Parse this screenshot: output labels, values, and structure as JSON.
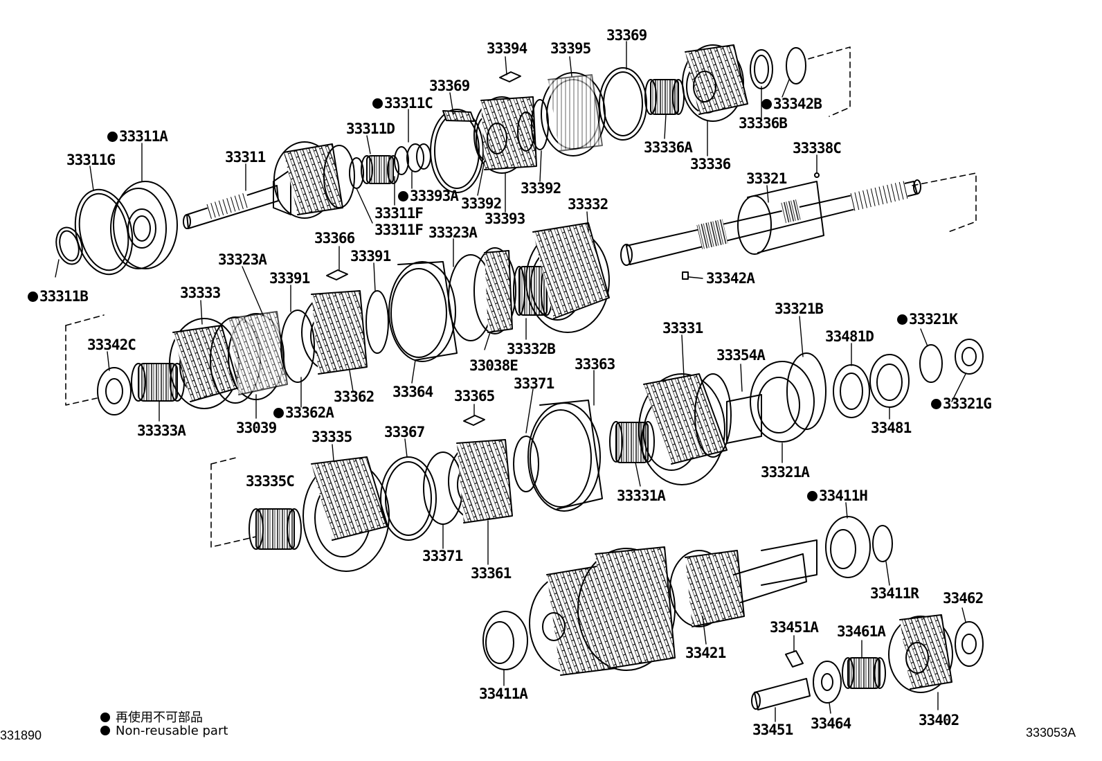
{
  "diagram": {
    "labels": [
      {
        "id": "l33394",
        "text": "33394",
        "nonreusable": false
      },
      {
        "id": "l33395",
        "text": "33395",
        "nonreusable": false
      },
      {
        "id": "l33369a",
        "text": "33369",
        "nonreusable": false
      },
      {
        "id": "l33369b",
        "text": "33369",
        "nonreusable": false
      },
      {
        "id": "l33311C",
        "text": "33311C",
        "nonreusable": true
      },
      {
        "id": "l33342B",
        "text": "33342B",
        "nonreusable": true
      },
      {
        "id": "l33336B",
        "text": "33336B",
        "nonreusable": false
      },
      {
        "id": "l33311A",
        "text": "33311A",
        "nonreusable": true
      },
      {
        "id": "l33311D",
        "text": "33311D",
        "nonreusable": false
      },
      {
        "id": "l33311G",
        "text": "33311G",
        "nonreusable": false
      },
      {
        "id": "l33311",
        "text": "33311",
        "nonreusable": false
      },
      {
        "id": "l33336A",
        "text": "33336A",
        "nonreusable": false
      },
      {
        "id": "l33336",
        "text": "33336",
        "nonreusable": false
      },
      {
        "id": "l33338C",
        "text": "33338C",
        "nonreusable": false
      },
      {
        "id": "l33393A",
        "text": "33393A",
        "nonreusable": true
      },
      {
        "id": "l33392a",
        "text": "33392",
        "nonreusable": false
      },
      {
        "id": "l33392b",
        "text": "33392",
        "nonreusable": false
      },
      {
        "id": "l33321",
        "text": "33321",
        "nonreusable": false
      },
      {
        "id": "l33311Fa",
        "text": "33311F",
        "nonreusable": false
      },
      {
        "id": "l33393",
        "text": "33393",
        "nonreusable": false
      },
      {
        "id": "l33311Fb",
        "text": "33311F",
        "nonreusable": false
      },
      {
        "id": "l33332",
        "text": "33332",
        "nonreusable": false
      },
      {
        "id": "l33323Aa",
        "text": "33323A",
        "nonreusable": false
      },
      {
        "id": "l33366",
        "text": "33366",
        "nonreusable": false
      },
      {
        "id": "l33323Ab",
        "text": "33323A",
        "nonreusable": false
      },
      {
        "id": "l33391a",
        "text": "33391",
        "nonreusable": false
      },
      {
        "id": "l33342A",
        "text": "33342A",
        "nonreusable": false
      },
      {
        "id": "l33391b",
        "text": "33391",
        "nonreusable": false
      },
      {
        "id": "l33311B",
        "text": "33311B",
        "nonreusable": true
      },
      {
        "id": "l33333",
        "text": "33333",
        "nonreusable": false
      },
      {
        "id": "l33321B",
        "text": "33321B",
        "nonreusable": false
      },
      {
        "id": "l33321K",
        "text": "33321K",
        "nonreusable": true
      },
      {
        "id": "l33331",
        "text": "33331",
        "nonreusable": false
      },
      {
        "id": "l33481D",
        "text": "33481D",
        "nonreusable": false
      },
      {
        "id": "l33342C",
        "text": "33342C",
        "nonreusable": false
      },
      {
        "id": "l33332B",
        "text": "33332B",
        "nonreusable": false
      },
      {
        "id": "l33354A",
        "text": "33354A",
        "nonreusable": false
      },
      {
        "id": "l33038E",
        "text": "33038E",
        "nonreusable": false
      },
      {
        "id": "l33363",
        "text": "33363",
        "nonreusable": false
      },
      {
        "id": "l33371a",
        "text": "33371",
        "nonreusable": false
      },
      {
        "id": "l33365",
        "text": "33365",
        "nonreusable": false
      },
      {
        "id": "l33362",
        "text": "33362",
        "nonreusable": false
      },
      {
        "id": "l33364",
        "text": "33364",
        "nonreusable": false
      },
      {
        "id": "l33362A",
        "text": "33362A",
        "nonreusable": true
      },
      {
        "id": "l33321G",
        "text": "33321G",
        "nonreusable": true
      },
      {
        "id": "l33039",
        "text": "33039",
        "nonreusable": false
      },
      {
        "id": "l33481",
        "text": "33481",
        "nonreusable": false
      },
      {
        "id": "l33333A",
        "text": "33333A",
        "nonreusable": false
      },
      {
        "id": "l33335",
        "text": "33335",
        "nonreusable": false
      },
      {
        "id": "l33367",
        "text": "33367",
        "nonreusable": false
      },
      {
        "id": "l33321A",
        "text": "33321A",
        "nonreusable": false
      },
      {
        "id": "l33335C",
        "text": "33335C",
        "nonreusable": false
      },
      {
        "id": "l33411H",
        "text": "33411H",
        "nonreusable": true
      },
      {
        "id": "l33331A",
        "text": "33331A",
        "nonreusable": false
      },
      {
        "id": "l33371b",
        "text": "33371",
        "nonreusable": false
      },
      {
        "id": "l33361",
        "text": "33361",
        "nonreusable": false
      },
      {
        "id": "l33411R",
        "text": "33411R",
        "nonreusable": false
      },
      {
        "id": "l33462",
        "text": "33462",
        "nonreusable": false
      },
      {
        "id": "l33451A",
        "text": "33451A",
        "nonreusable": false
      },
      {
        "id": "l33461A",
        "text": "33461A",
        "nonreusable": false
      },
      {
        "id": "l33421",
        "text": "33421",
        "nonreusable": false
      },
      {
        "id": "l33411A",
        "text": "33411A",
        "nonreusable": false
      },
      {
        "id": "l33402",
        "text": "33402",
        "nonreusable": false
      },
      {
        "id": "l33464",
        "text": "33464",
        "nonreusable": false
      },
      {
        "id": "l33451",
        "text": "33451",
        "nonreusable": false
      }
    ],
    "legend": {
      "line_jp": "再使用不可部品",
      "line_en": "Non-reusable part"
    },
    "code_left": "331890",
    "code_right": "333053A"
  }
}
